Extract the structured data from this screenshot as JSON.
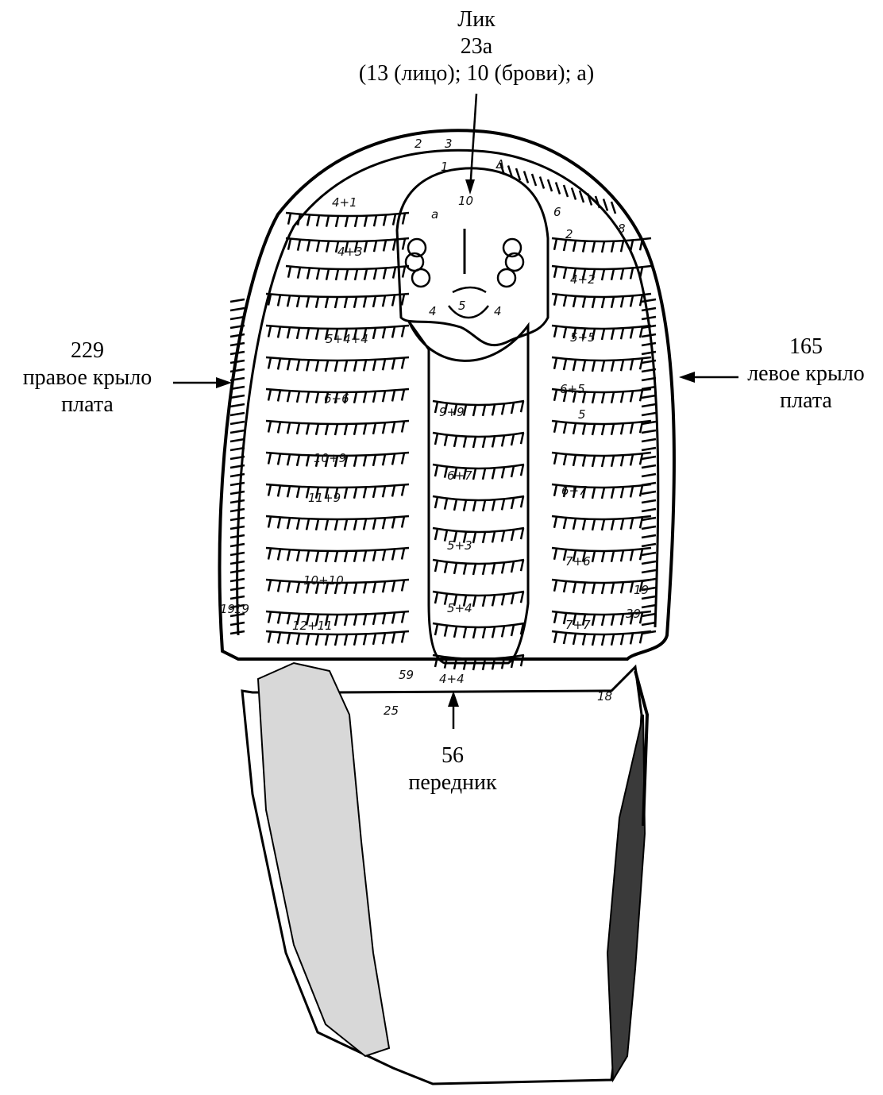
{
  "annotations": {
    "top": {
      "title": "Лик",
      "count": "23а",
      "detail": "(13 (лицо); 10 (брови); а)"
    },
    "right_wing": {
      "count": "229",
      "label_line1": "правое крыло",
      "label_line2": "плата"
    },
    "left_wing": {
      "count": "165",
      "label_line1": "левое крыло",
      "label_line2": "плата"
    },
    "apron": {
      "count": "56",
      "label": "передник"
    }
  },
  "figure_marks": {
    "face": [
      "10",
      "а",
      "4",
      "5",
      "4"
    ],
    "top_marks": [
      "2",
      "3",
      "1",
      "Δ",
      "6",
      "8"
    ],
    "right_rows": [
      "4+1",
      "4+3",
      "5+4+4",
      "6+6",
      "10+9",
      "11+9",
      "10+10",
      "12+11"
    ],
    "left_rows": [
      "2",
      "4+2",
      "5+5",
      "6+5",
      "5",
      "6+7",
      "7+6",
      "7+7"
    ],
    "center_rows": [
      "9+9",
      "6+7",
      "5+3",
      "5+4",
      "4+4"
    ],
    "edge_marks": [
      "19",
      "19",
      "19",
      "39",
      "59",
      "25",
      "18"
    ]
  },
  "colors": {
    "ink": "#000000",
    "paper": "#ffffff",
    "stone": "#5a5a5a"
  }
}
